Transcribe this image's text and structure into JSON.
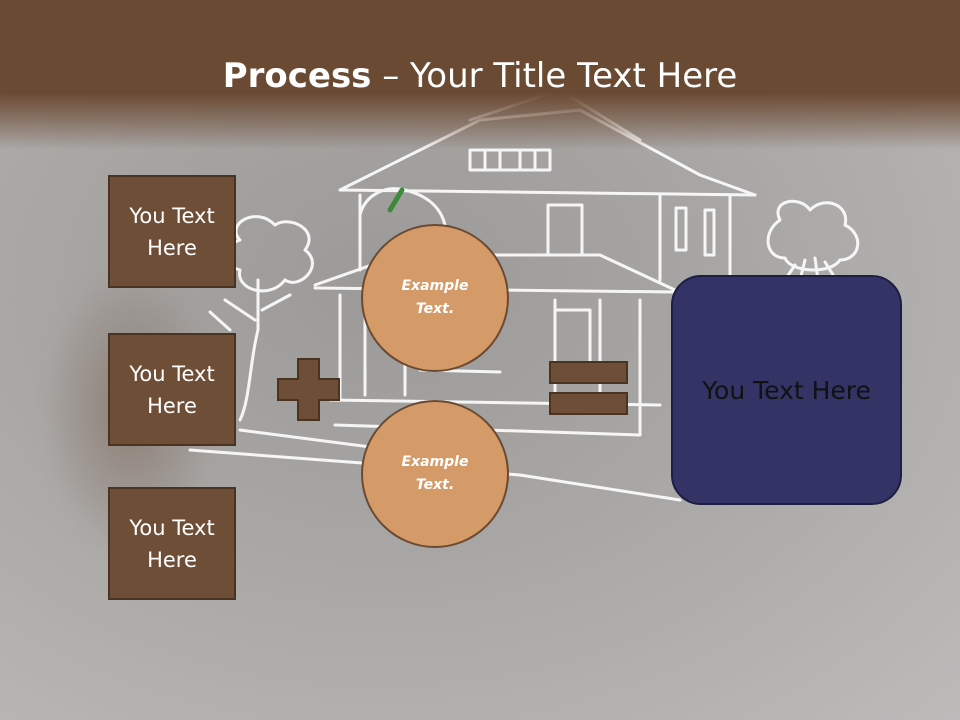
{
  "slide": {
    "title_bold": "Process",
    "title_rest": " – Your Title Text Here",
    "left_boxes": [
      {
        "label": "You Text Here"
      },
      {
        "label": "You Text Here"
      },
      {
        "label": "You Text Here"
      }
    ],
    "circles": [
      {
        "label": "Example Text."
      },
      {
        "label": "Example Text."
      }
    ],
    "result": {
      "label": "You Text Here"
    },
    "operators": [
      "plus",
      "equals"
    ]
  },
  "colors": {
    "band": "#6b4a33",
    "box_fill": "#6f4e37",
    "circle_fill": "#d49a68",
    "result_fill": "#333366",
    "background": "#a9a7a5",
    "sketch_line": "#ffffff"
  }
}
